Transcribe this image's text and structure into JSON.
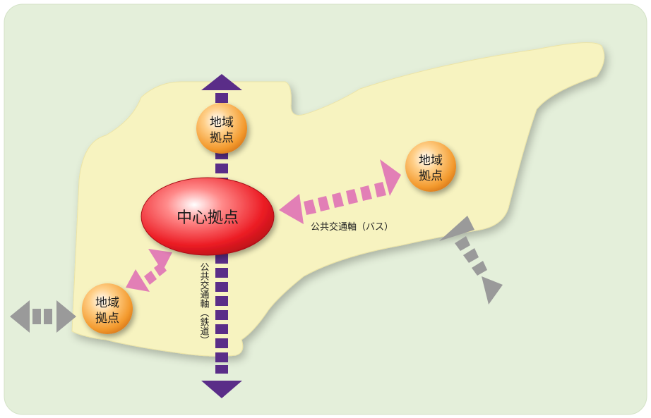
{
  "center_hub": {
    "label": "中心拠点"
  },
  "regional_hubs": [
    {
      "line1": "地域",
      "line2": "拠点"
    },
    {
      "line1": "地域",
      "line2": "拠点"
    },
    {
      "line1": "地域",
      "line2": "拠点"
    }
  ],
  "axes": {
    "bus": {
      "label": "公共交通軸（バス）"
    },
    "rail": {
      "label": "公共交通軸（鉄道）"
    }
  },
  "colors": {
    "background_panel": "#e4efda",
    "region": "#f7f3c0",
    "rail_arrow": "#5a2d88",
    "bus_arrow": "#e27fb6",
    "outer_arrow": "#9a9a9a",
    "center_hub": "#e8202a",
    "regional_hub": "#f4a23c"
  }
}
